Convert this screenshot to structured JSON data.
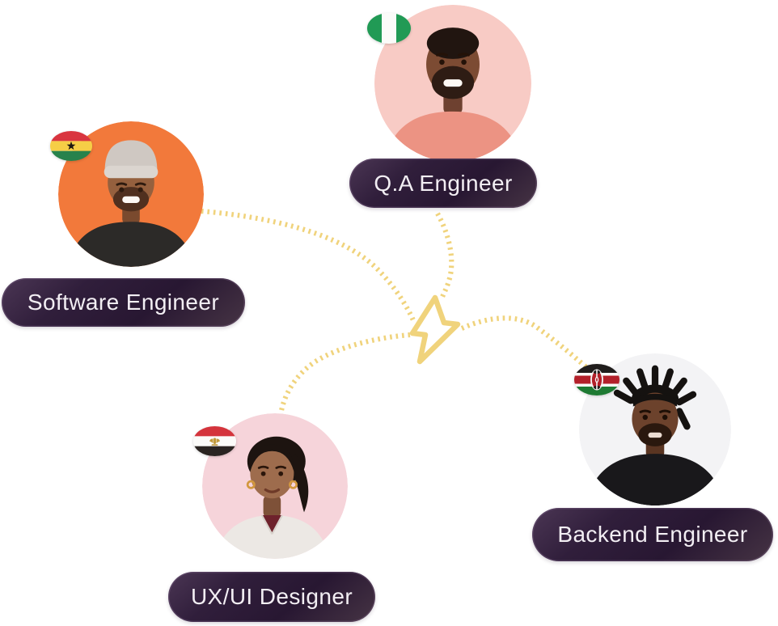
{
  "illustration": {
    "accent_color": "#F0D37C",
    "pill_bg_color": "#2E1C39",
    "pill_text_color": "#F2EEF3",
    "hub_icon": "lightning-bolt",
    "members": [
      {
        "role_label": "Q.A Engineer",
        "country": "Nigeria",
        "flag_icon": "nigeria-flag-icon",
        "avatar_bg": "#F8CBC5"
      },
      {
        "role_label": "Software Engineer",
        "country": "Ghana",
        "flag_icon": "ghana-flag-icon",
        "avatar_bg": "#F2793B"
      },
      {
        "role_label": "UX/UI Designer",
        "country": "Egypt",
        "flag_icon": "egypt-flag-icon",
        "avatar_bg": "#F6D4DA"
      },
      {
        "role_label": "Backend Engineer",
        "country": "Kenya",
        "flag_icon": "kenya-flag-icon",
        "avatar_bg": "#F3F3F5"
      }
    ]
  }
}
